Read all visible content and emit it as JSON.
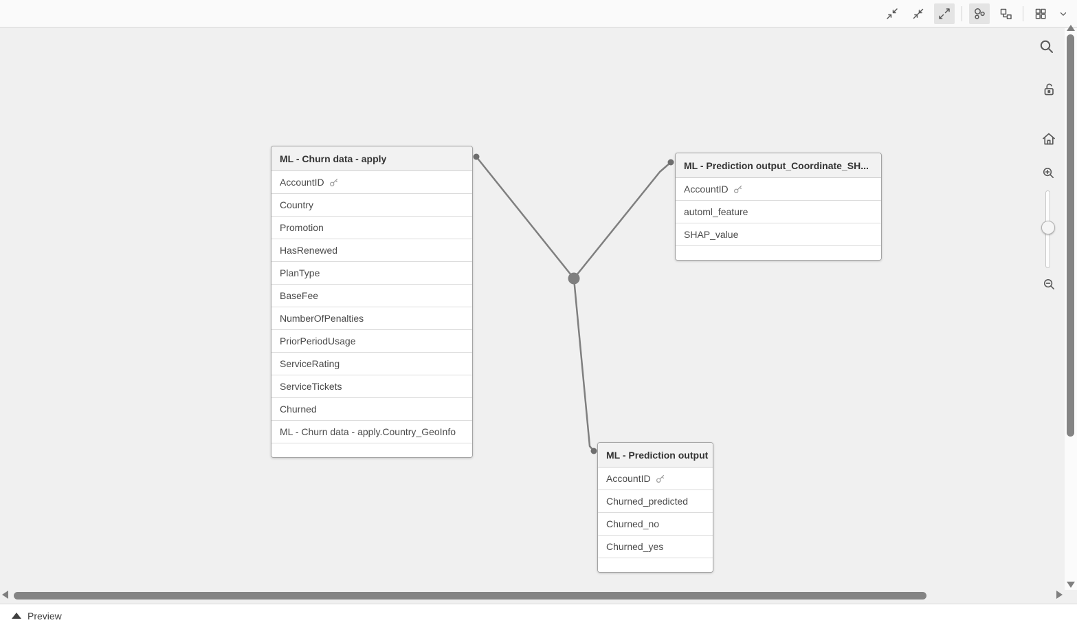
{
  "topbar": {
    "buttons": [
      {
        "icon": "collapse-arrows-icon",
        "active": false
      },
      {
        "icon": "collapse-diagonal-icon",
        "active": false
      },
      {
        "icon": "expand-arrows-icon",
        "active": true
      },
      {
        "icon": "bubbles-view-icon",
        "active": true
      },
      {
        "icon": "tables-view-icon",
        "active": false
      },
      {
        "icon": "grid-layout-icon",
        "active": false
      },
      {
        "icon": "chevron-down-icon",
        "active": false
      }
    ]
  },
  "canvas": {
    "tables": [
      {
        "title": "ML - Churn data - apply",
        "fields": [
          {
            "name": "AccountID",
            "is_key": true
          },
          {
            "name": "Country",
            "is_key": false
          },
          {
            "name": "Promotion",
            "is_key": false
          },
          {
            "name": "HasRenewed",
            "is_key": false
          },
          {
            "name": "PlanType",
            "is_key": false
          },
          {
            "name": "BaseFee",
            "is_key": false
          },
          {
            "name": "NumberOfPenalties",
            "is_key": false
          },
          {
            "name": "PriorPeriodUsage",
            "is_key": false
          },
          {
            "name": "ServiceRating",
            "is_key": false
          },
          {
            "name": "ServiceTickets",
            "is_key": false
          },
          {
            "name": "Churned",
            "is_key": false
          },
          {
            "name": "ML - Churn data - apply.Country_GeoInfo",
            "is_key": false
          }
        ]
      },
      {
        "title": "ML - Prediction output_Coordinate_SH...",
        "fields": [
          {
            "name": "AccountID",
            "is_key": true
          },
          {
            "name": "automl_feature",
            "is_key": false
          },
          {
            "name": "SHAP_value",
            "is_key": false
          }
        ]
      },
      {
        "title": "ML - Prediction output",
        "fields": [
          {
            "name": "AccountID",
            "is_key": true
          },
          {
            "name": "Churned_predicted",
            "is_key": false
          },
          {
            "name": "Churned_no",
            "is_key": false
          },
          {
            "name": "Churned_yes",
            "is_key": false
          }
        ]
      }
    ],
    "associations": [
      {
        "key": "AccountID",
        "connects": [
          "ML - Churn data - apply",
          "ML - Prediction output_Coordinate_SH...",
          "ML - Prediction output"
        ]
      }
    ]
  },
  "sidebar": {
    "icons": [
      "search-icon",
      "lock-open-icon",
      "home-icon",
      "zoom-in-icon",
      "zoom-out-icon"
    ],
    "zoom_slider_value": 50
  },
  "footer": {
    "preview_label": "Preview"
  },
  "colors": {
    "canvas_bg": "#f0f0f0",
    "topbar_bg": "#fafafa",
    "table_header_bg": "#f2f2f2",
    "table_border": "#a3a3a3",
    "association_line": "#7f7f7f",
    "active_button_bg": "#e4e4e4",
    "text": "#4a4a4a"
  }
}
